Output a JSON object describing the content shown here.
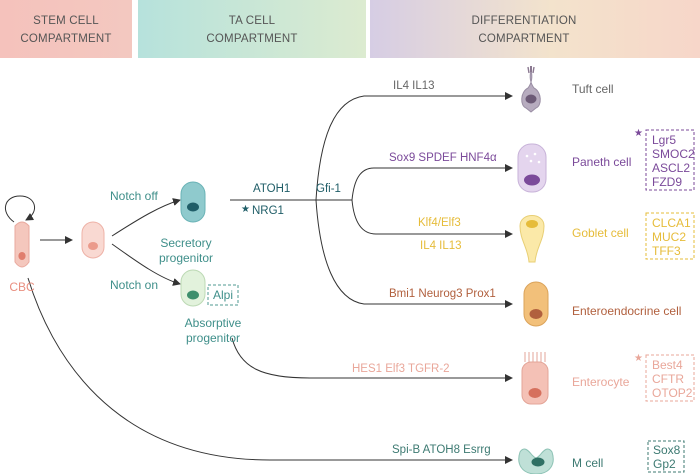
{
  "header": {
    "stem": [
      "STEM CELL",
      "COMPARTMENT"
    ],
    "ta": [
      "TA CELL",
      "COMPARTMENT"
    ],
    "diff": [
      "DIFFERENTIATION",
      "COMPARTMENT"
    ]
  },
  "cells": {
    "cbc": "CBC",
    "secretory": [
      "Secretory",
      "progenitor"
    ],
    "absorptive": [
      "Absorptive",
      "progenitor"
    ],
    "tuft": "Tuft cell",
    "paneth": "Paneth cell",
    "goblet": "Goblet cell",
    "enteroendocrine": "Enteroendocrine cell",
    "enterocyte": "Enterocyte",
    "mcell": "M cell"
  },
  "signals": {
    "notch_off": "Notch off",
    "notch_on": "Notch on",
    "atoh1": "ATOH1",
    "nrg1": "NRG1",
    "gfi1": "Gfi-1",
    "tuft": "IL4 IL13",
    "paneth": "Sox9 SPDEF HNF4α",
    "goblet_top": "Klf4/Elf3",
    "goblet_bottom": "IL4 IL13",
    "enteroendocrine": "Bmi1 Neurog3 Prox1",
    "enterocyte": "HES1 Elf3 TGFR-2",
    "mcell": "Spi-B  ATOH8  Esrrg"
  },
  "markers": {
    "absorptive": [
      "Alpi"
    ],
    "paneth": [
      "Lgr5",
      "SMOC2",
      "ASCL2",
      "FZD9"
    ],
    "goblet": [
      "CLCA1",
      "MUC2",
      "TFF3"
    ],
    "enterocyte": [
      "Best4",
      "CFTR",
      "OTOP2"
    ],
    "mcell": [
      "Sox8",
      "Gp2"
    ]
  },
  "star_glyph": "★",
  "colors": {
    "stem": "#e98f80",
    "ta": "#3f8f8a",
    "secretory_nucleus": "#205e68",
    "tuft": "#8a7890",
    "paneth": "#7b4a9a",
    "goblet": "#e6bc3a",
    "enteroendocrine": "#b1603e",
    "enterocyte": "#e9a79a",
    "mcell": "#3d7a72",
    "arrow": "#333333"
  }
}
